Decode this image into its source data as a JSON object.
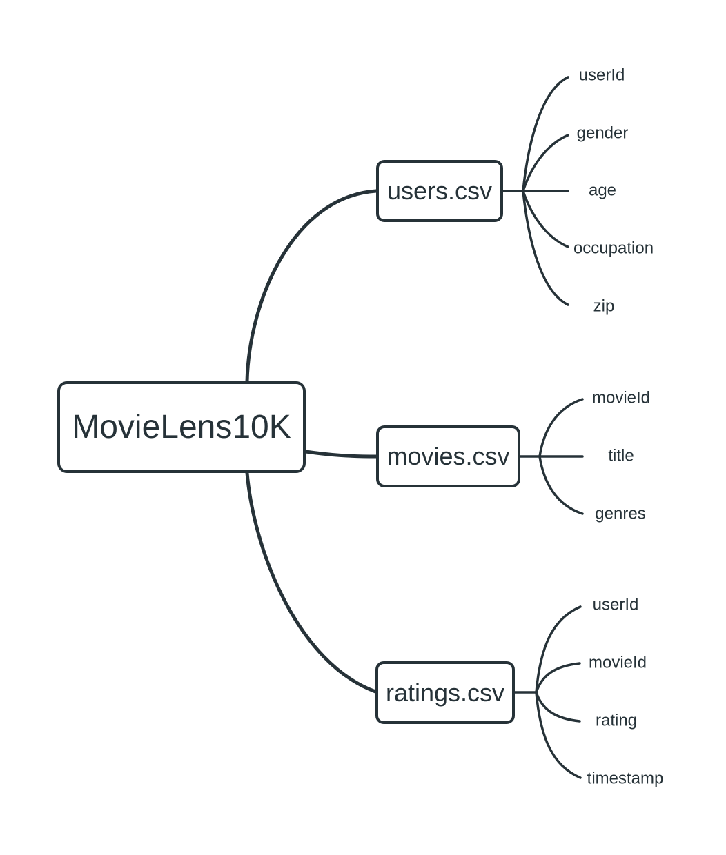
{
  "mindmap": {
    "root": {
      "label": "MovieLens10K"
    },
    "children": [
      {
        "label": "users.csv",
        "leaves": [
          "userId",
          "gender",
          "age",
          "occupation",
          "zip"
        ]
      },
      {
        "label": "movies.csv",
        "leaves": [
          "movieId",
          "title",
          "genres"
        ]
      },
      {
        "label": "ratings.csv",
        "leaves": [
          "userId",
          "movieId",
          "rating",
          "timestamp"
        ]
      }
    ]
  },
  "colors": {
    "stroke": "#263238",
    "text": "#263238",
    "node_fill": "#ffffff",
    "background": "#ffffff"
  }
}
